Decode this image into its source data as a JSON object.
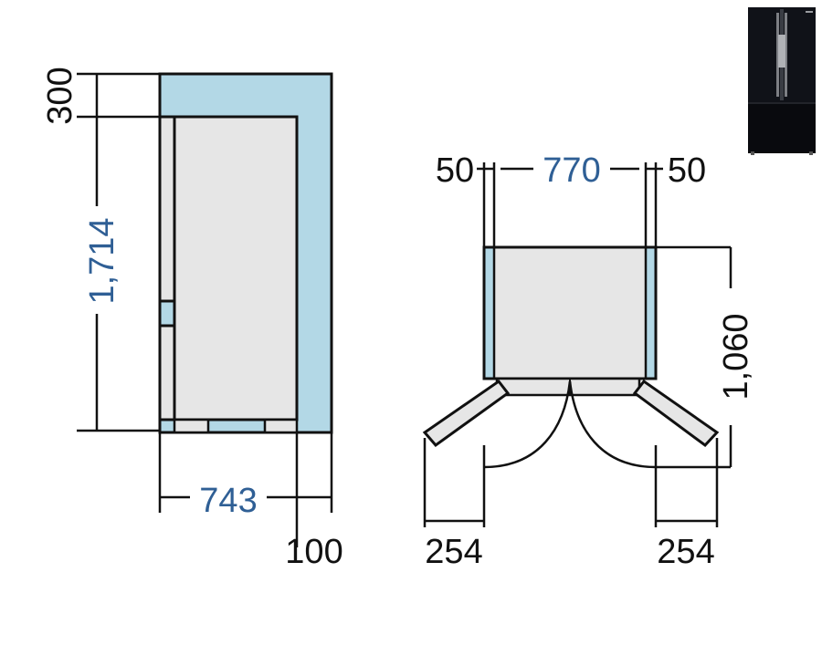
{
  "side_view": {
    "top_clearance": "300",
    "height": "1,714",
    "depth": "743",
    "back_clearance": "100"
  },
  "top_view": {
    "left_clearance": "50",
    "width": "770",
    "right_clearance": "50",
    "depth_with_doors_open": "1,060",
    "left_door_swing": "254",
    "right_door_swing": "254"
  },
  "colors": {
    "clearance_fill": "#b3d8e6",
    "body_fill": "#e6e6e6",
    "highlight_text": "#2f5f95",
    "plain_text": "#111111",
    "line": "#111111"
  },
  "icons": {
    "product_thumbnail": "fridge-thumbnail-icon"
  }
}
